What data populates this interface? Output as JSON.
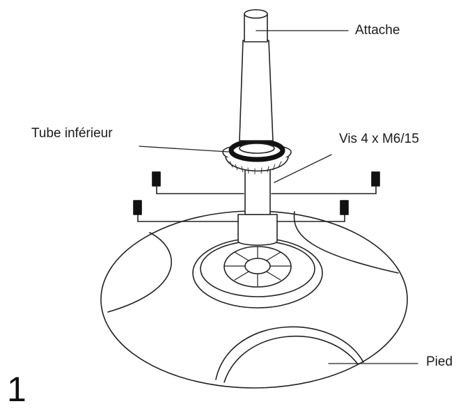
{
  "diagram": {
    "step_number": "1",
    "labels": {
      "attache": "Attache",
      "tube_inferieur": "Tube inférieur",
      "vis": "Vis 4 x M6/15",
      "pied": "Pied"
    }
  }
}
